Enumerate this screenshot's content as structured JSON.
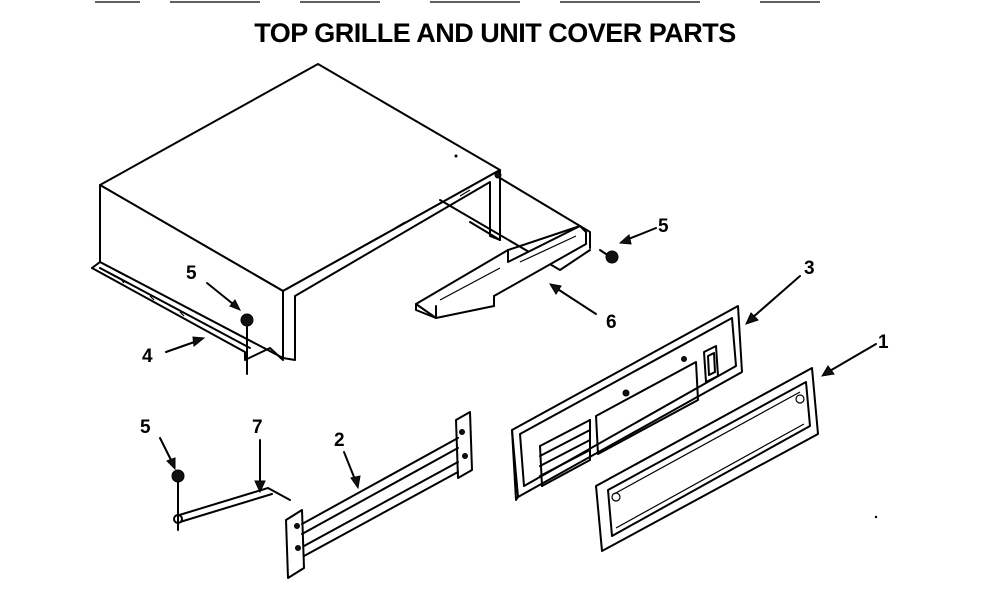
{
  "title": "TOP GRILLE AND UNIT COVER PARTS",
  "callouts": {
    "c1": "1",
    "c2": "2",
    "c3": "3",
    "c4": "4",
    "c5a": "5",
    "c5b": "5",
    "c5c": "5",
    "c6": "6",
    "c7": "7"
  },
  "parts": {
    "unit_cover": "unit-cover",
    "top_grille": "top-grille",
    "grille_frame": "grille-frame",
    "bracket": "bracket",
    "rail": "rail",
    "rod": "rod",
    "screw": "screw"
  }
}
